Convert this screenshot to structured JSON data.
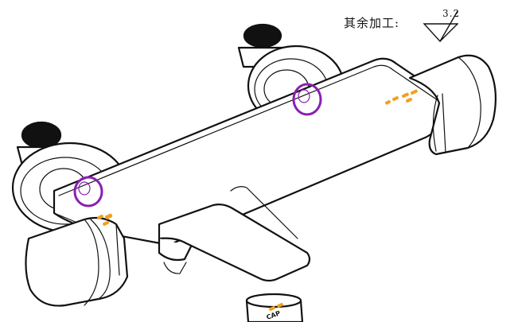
{
  "annotation": {
    "note_text": "其余加工:",
    "roughness_value": "3.2"
  },
  "colors": {
    "outline": "#111111",
    "mark_ring": "#8a1fb0",
    "highlight": "#f0a020"
  },
  "cartridge_label": "CAP"
}
